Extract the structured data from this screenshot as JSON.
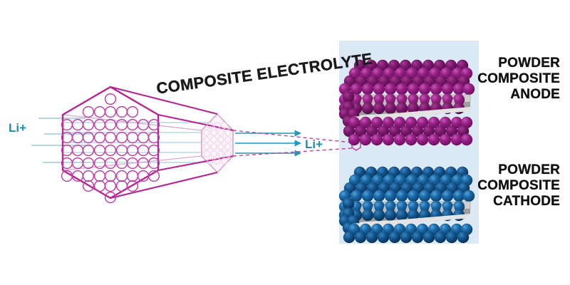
{
  "figure": {
    "title_label": "COMPOSITE ELECTROLYTE",
    "background_color": "#ffffff"
  },
  "ions": {
    "left_label": "Li+",
    "right_label": "Li+",
    "color": "#1a8fb5",
    "arrow_count_left": 3,
    "arrow_count_right": 3
  },
  "electrolyte": {
    "outline_color": "#b5258f",
    "particle_color": "#c040a8",
    "shape": "hexagonal-prism",
    "near_face_rows": [
      1,
      5,
      9,
      9,
      9,
      9,
      9,
      5,
      1
    ]
  },
  "callout": {
    "line_style": "dashed",
    "line_color": "#c2409e",
    "marker": "hexagon"
  },
  "panel": {
    "background_color": "#dbe9f5",
    "items": [
      {
        "name": "anode",
        "label_lines": [
          "POWDER",
          "COMPOSITE",
          "ANODE"
        ],
        "sphere_color": "#8f1d7f",
        "sphere_highlight": "#b84aa6",
        "plate_color": "#b9b9b9"
      },
      {
        "name": "cathode",
        "label_lines": [
          "POWDER",
          "COMPOSITE",
          "CATHODE"
        ],
        "sphere_color": "#15639f",
        "sphere_highlight": "#3e8fc9",
        "plate_color": "#b9b9b9"
      }
    ]
  }
}
